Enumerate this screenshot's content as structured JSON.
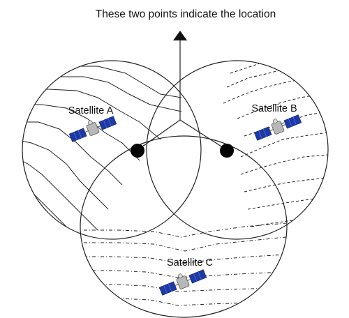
{
  "title": "These two points indicate the location",
  "satellites": [
    {
      "label": "Satellite A",
      "contour_style": "solid"
    },
    {
      "label": "Satellite B",
      "contour_style": "dashed"
    },
    {
      "label": "Satellite C",
      "contour_style": "dash-dot"
    }
  ],
  "colors": {
    "line": "#222222",
    "point": "#000000",
    "panel_dark": "#1d3aa8",
    "panel_light": "#6d86e0",
    "body": "#b8b8b8"
  },
  "icons": [
    "satellite-icon",
    "location-point",
    "up-arrow"
  ]
}
